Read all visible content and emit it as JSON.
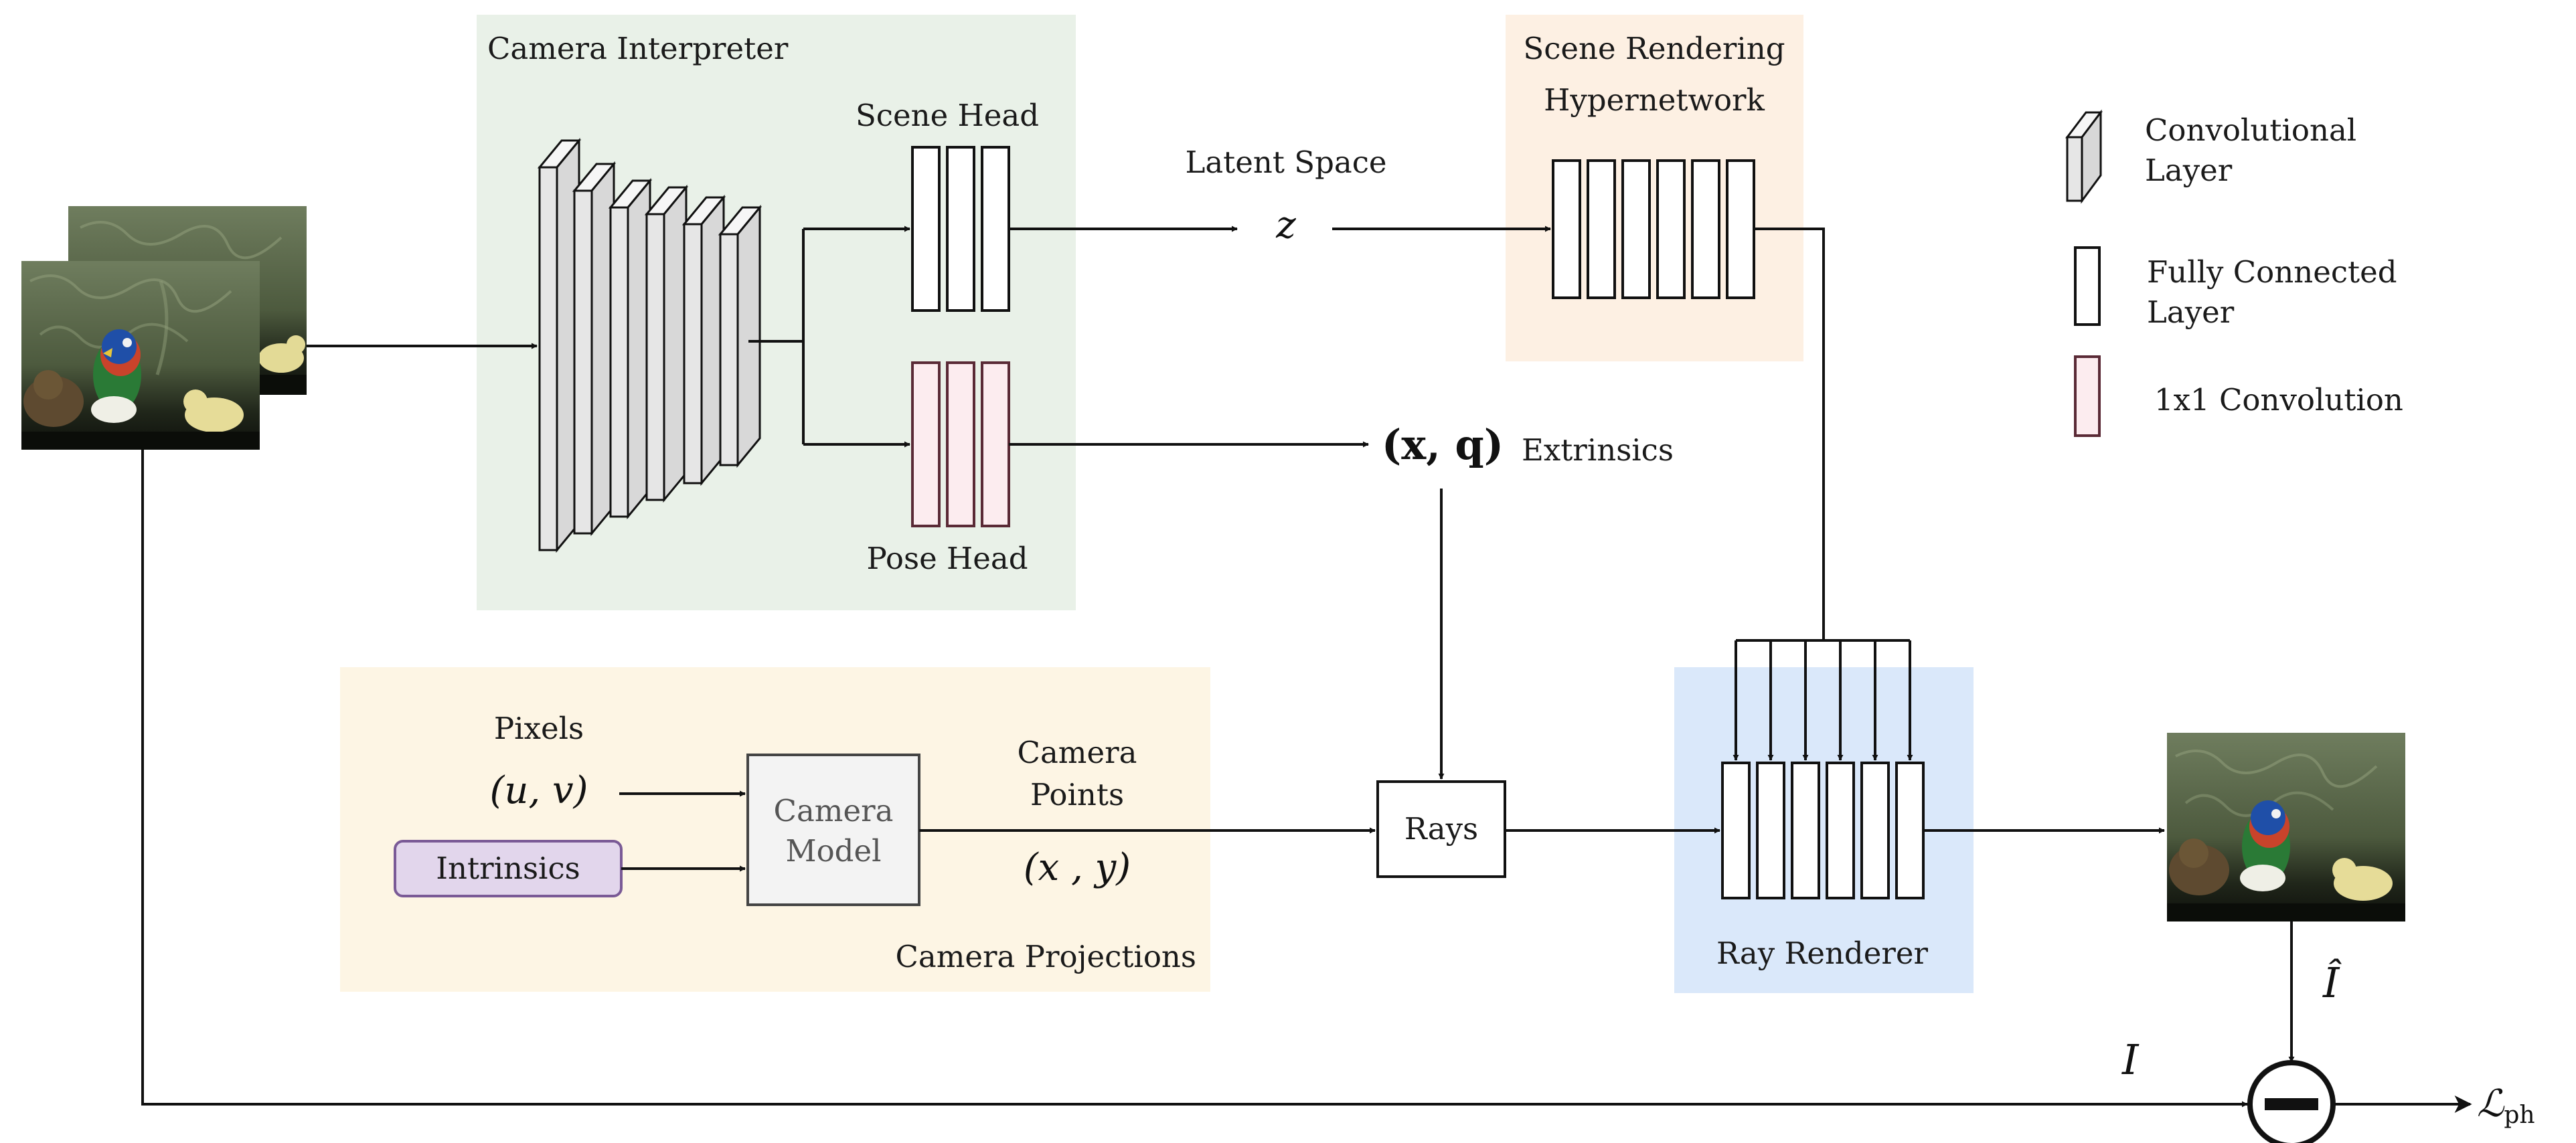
{
  "panels": {
    "camera_interpreter": {
      "title": "Camera Interpreter",
      "color": "#e9f1e8"
    },
    "scene_rendering": {
      "title_line1": "Scene Rendering",
      "title_line2": "Hypernetwork",
      "color": "#fdf0e3"
    },
    "camera_projections": {
      "title": "Camera Projections",
      "color": "#fdf5e4"
    },
    "ray_renderer": {
      "title": "Ray Renderer",
      "color": "#dae8fa"
    }
  },
  "heads": {
    "scene_head": "Scene Head",
    "pose_head": "Pose Head"
  },
  "latent": {
    "label": "Latent Space",
    "symbol": "z"
  },
  "extrinsics": {
    "symbol": "(x, q)",
    "label": "Extrinsics"
  },
  "pixels": {
    "label": "Pixels",
    "symbol": "(u, v)"
  },
  "intrinsics": {
    "label": "Intrinsics",
    "color": "#e2d6ec"
  },
  "camera_model": {
    "line1": "Camera",
    "line2": "Model"
  },
  "camera_points": {
    "line1": "Camera",
    "line2": "Points",
    "symbol": "(x , y)"
  },
  "rays": {
    "label": "Rays"
  },
  "outputs": {
    "i_hat": "Î",
    "i": "I",
    "loss": "ℒ",
    "loss_sub": "ph"
  },
  "legend": {
    "conv_line1": "Convolutional",
    "conv_line2": "Layer",
    "fc_line1": "Fully Connected",
    "fc_line2": "Layer",
    "conv1x1": "1x1 Convolution"
  },
  "colors": {
    "conv_layer_fill": "#e6e6e6",
    "conv1x1_fill": "#fcecef",
    "conv1x1_stroke": "#5a2a36"
  }
}
